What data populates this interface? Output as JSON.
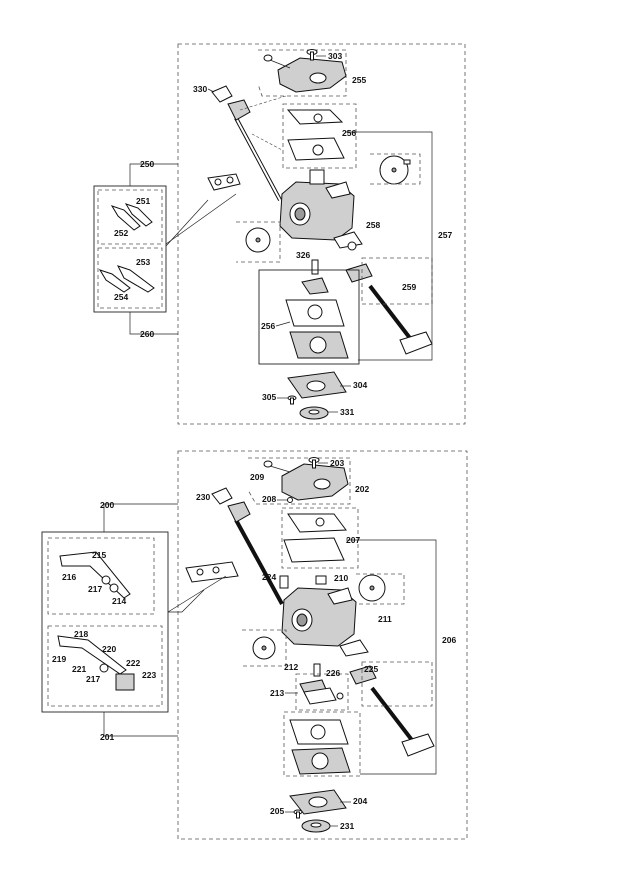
{
  "top_assembly": {
    "labels": {
      "p303": "303",
      "p255": "255",
      "p330": "330",
      "p256a": "256",
      "p250": "250",
      "p251": "251",
      "p252": "252",
      "p253": "253",
      "p254": "254",
      "p260": "260",
      "p258": "258",
      "p257": "257",
      "p326": "326",
      "p259": "259",
      "p256b": "256",
      "p304": "304",
      "p305": "305",
      "p331": "331"
    }
  },
  "bottom_assembly": {
    "labels": {
      "p203": "203",
      "p209": "209",
      "p208": "208",
      "p202": "202",
      "p230": "230",
      "p200": "200",
      "p207": "207",
      "p215": "215",
      "p216": "216",
      "p217a": "217",
      "p214": "214",
      "p224": "224",
      "p210": "210",
      "p211": "211",
      "p206": "206",
      "p218": "218",
      "p220": "220",
      "p219": "219",
      "p221": "221",
      "p217b": "217",
      "p222": "222",
      "p223": "223",
      "p212": "212",
      "p226": "226",
      "p225": "225",
      "p213": "213",
      "p201": "201",
      "p205": "205",
      "p204": "204",
      "p231": "231"
    }
  }
}
